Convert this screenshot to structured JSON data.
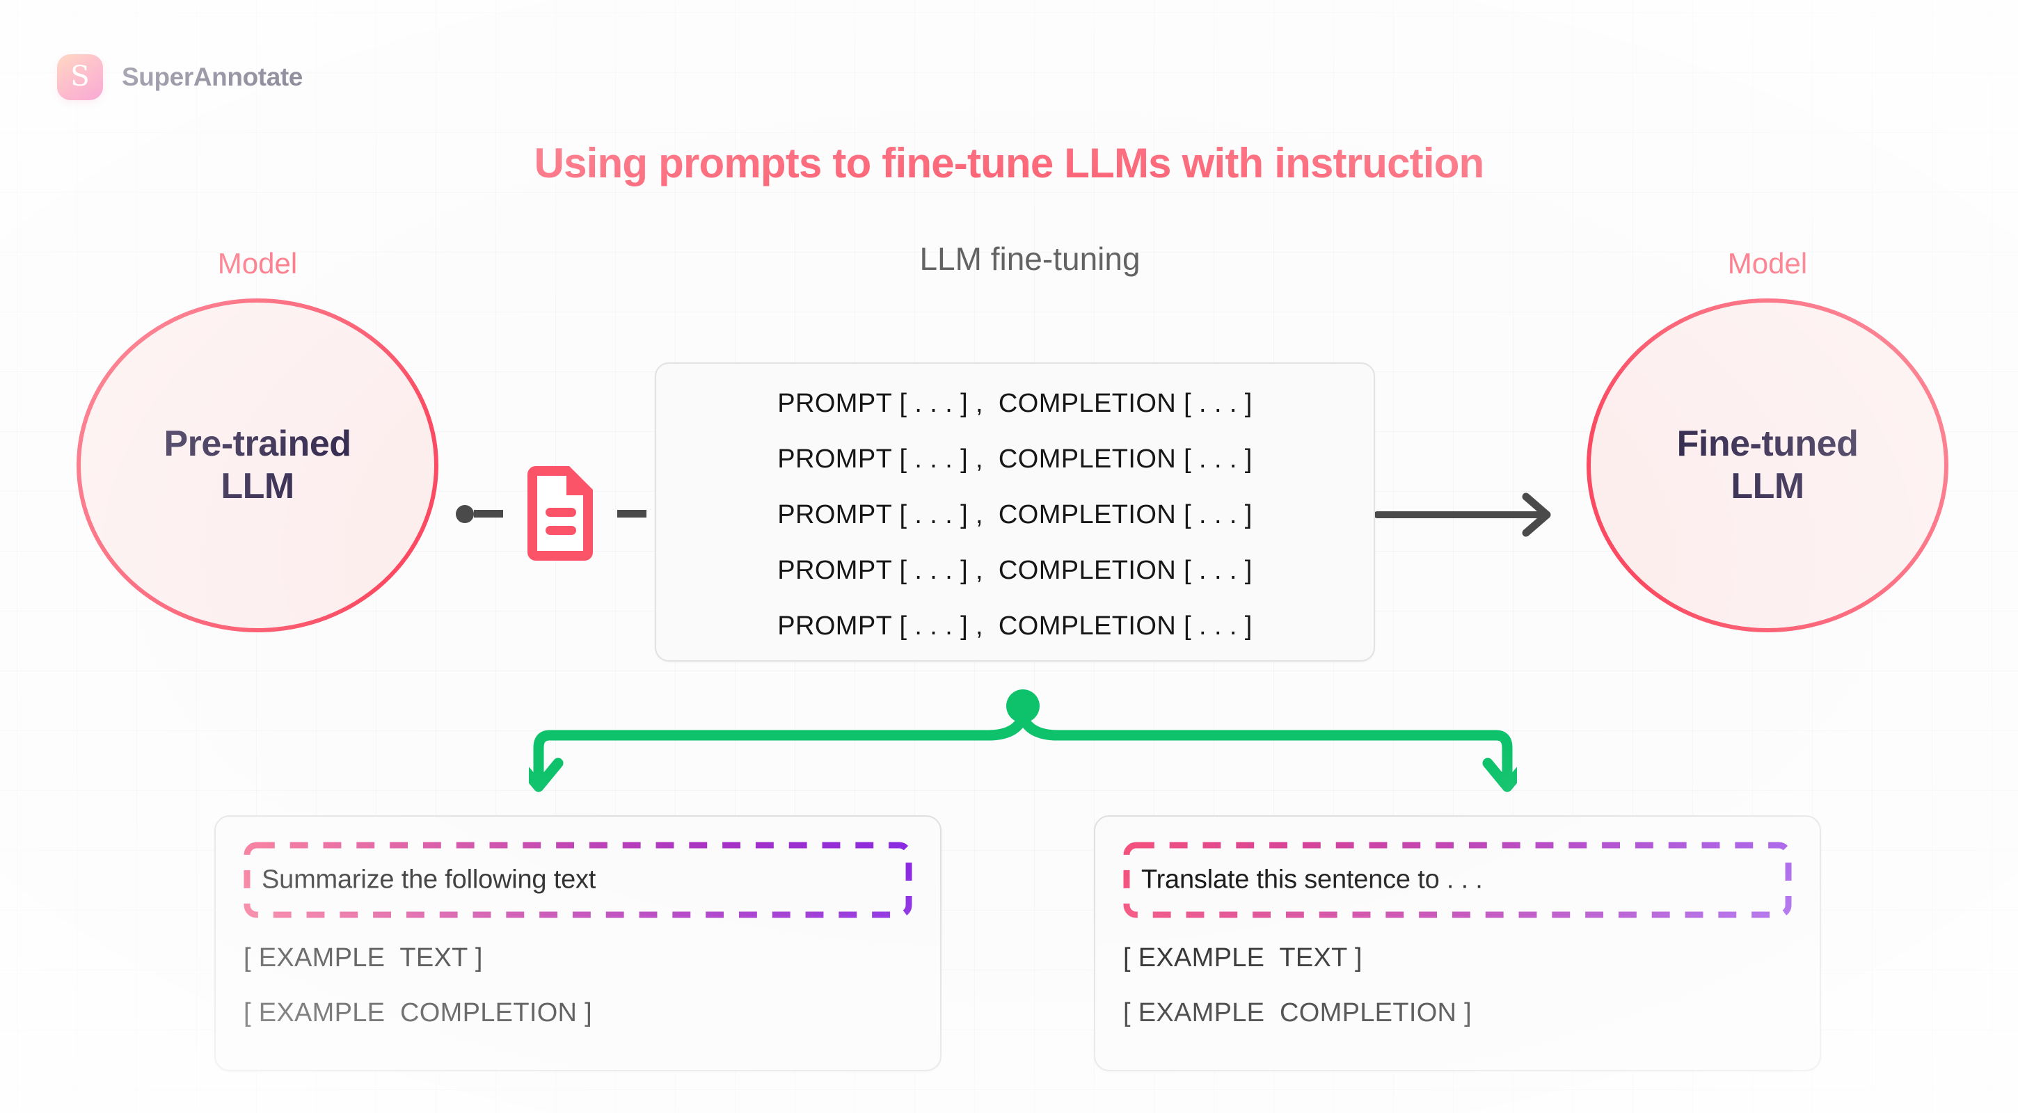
{
  "brand": {
    "logo_icon": "superannotate-s-logo",
    "logo_letter": "S",
    "name": "SuperAnnotate",
    "gradient_from": "#ff8a4b",
    "gradient_to": "#f0309a"
  },
  "title": "Using prompts to fine-tune LLMs with instruction",
  "title_color": "#fb5468",
  "section_label": "LLM fine-tuning",
  "section_label_color": "#636363",
  "models": {
    "left": {
      "caption": "Model",
      "label": "Pre-trained\nLLM",
      "label_line1": "Pre-trained",
      "label_line2": "LLM",
      "border_color": "#fb4a61",
      "fill_color": "#fdeeee"
    },
    "right": {
      "caption": "Model",
      "label_line1": "Fine-tuned",
      "label_line2": "LLM",
      "border_color": "#fb4a61",
      "fill_color": "#fdeeee"
    }
  },
  "dataset": {
    "icon": "document-icon",
    "icon_color": "#fb5468",
    "connector_color": "#4a4a4a",
    "lines": [
      "PROMPT [ . . . ] ,  COMPLETION [ . . . ]",
      "PROMPT [ . . . ] ,  COMPLETION [ . . . ]",
      "PROMPT [ . . . ] ,  COMPLETION [ . . . ]",
      "PROMPT [ . . . ] ,  COMPLETION [ . . . ]",
      "PROMPT [ . . . ] ,  COMPLETION [ . . . ]"
    ]
  },
  "arrow": {
    "icon": "arrow-right-icon",
    "color": "#4a4a4a"
  },
  "branch": {
    "icon": "branch-split-arrow-icon",
    "color": "#0ec26b",
    "node_color": "#0ec26b"
  },
  "examples": [
    {
      "instruction": "Summarize the following text",
      "instruction_border_from": "#f4517d",
      "instruction_border_to": "#8a2be2",
      "text_line": "[ EXAMPLE  TEXT ]",
      "completion_line": "[ EXAMPLE  COMPLETION ]"
    },
    {
      "instruction": "Translate this sentence to . . .",
      "instruction_border_from": "#f4517d",
      "instruction_border_to": "#8a2be2",
      "text_line": "[ EXAMPLE  TEXT ]",
      "completion_line": "[ EXAMPLE  COMPLETION ]"
    }
  ]
}
